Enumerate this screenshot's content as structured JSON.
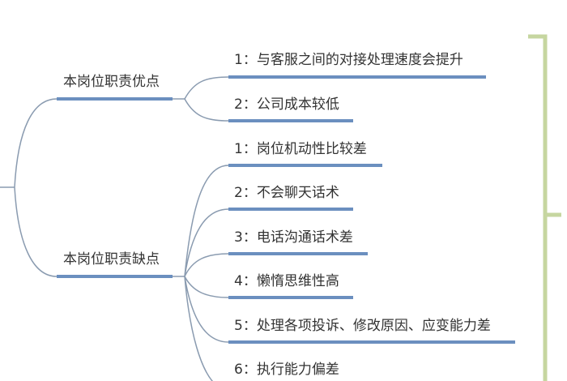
{
  "mindmap": {
    "colors": {
      "underline": "#6b8fbf",
      "connector": "#8a9bb0",
      "bracket": "#c6d6a0",
      "text": "#333333"
    },
    "branches": [
      {
        "label": "本岗位职责优点",
        "items": [
          {
            "label": "1：与客服之间的对接处理速度会提升"
          },
          {
            "label": "2：公司成本较低"
          }
        ]
      },
      {
        "label": "本岗位职责缺点",
        "items": [
          {
            "label": "1：岗位机动性比较差"
          },
          {
            "label": "2：不会聊天话术"
          },
          {
            "label": "3：电话沟通话术差"
          },
          {
            "label": "4：懒惰思维性高"
          },
          {
            "label": "5：处理各项投诉、修改原因、应变能力差"
          },
          {
            "label": "6：执行能力偏差"
          }
        ]
      }
    ]
  }
}
